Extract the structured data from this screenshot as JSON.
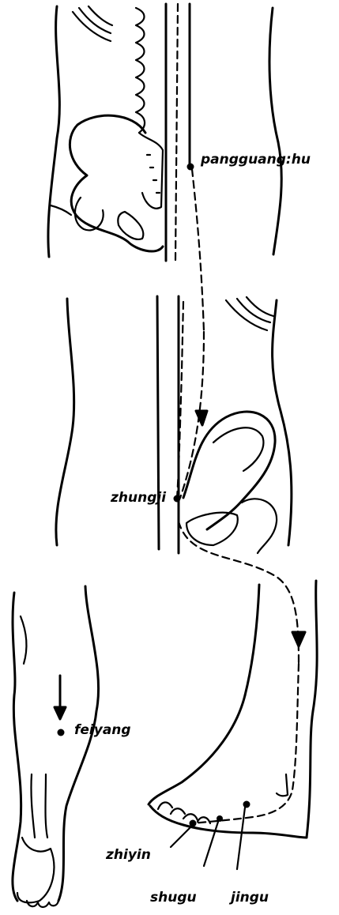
{
  "labels": {
    "pangguangshu": "pangguang:hu",
    "zhungji": "zhungji",
    "feiyang": "feiyang",
    "zhiyin": "zhiyin",
    "shugu": "shugu",
    "jingu": "jingu"
  },
  "colors": {
    "ink": "#000000",
    "background": "#ffffff"
  }
}
